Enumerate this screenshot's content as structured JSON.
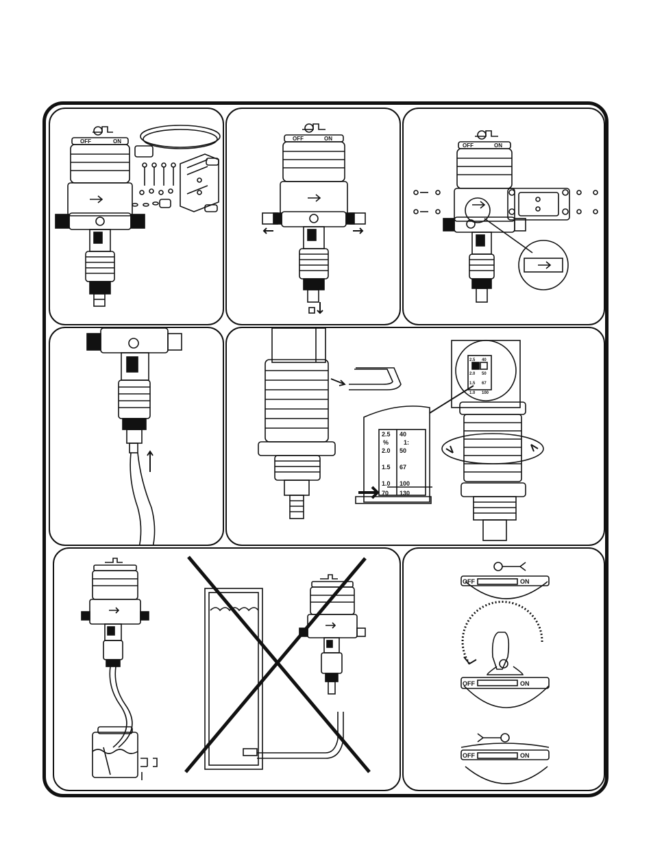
{
  "switch": {
    "off": "OFF",
    "on": "ON"
  },
  "scale": {
    "left": [
      "2.5",
      "2.0",
      "1.5",
      "1.0"
    ],
    "right": [
      "40",
      "50",
      "67",
      "100"
    ],
    "bottom_left": "70",
    "bottom_right": "130",
    "percent_symbol": "%",
    "ratio_symbol": "1:"
  },
  "colors": {
    "line": "#111111",
    "background": "#ffffff"
  }
}
